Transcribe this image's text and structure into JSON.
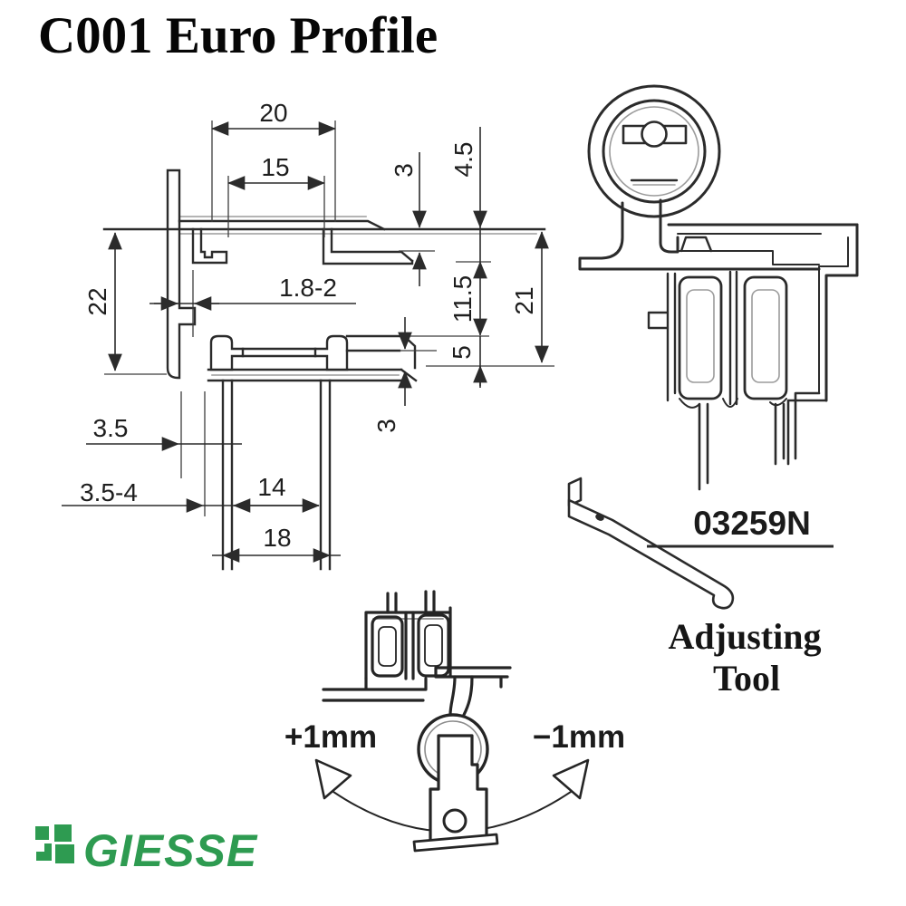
{
  "title": "C001 Euro Profile",
  "colors": {
    "line": "#2b2b2b",
    "line_light": "#9b9b9b",
    "brand_green": "#2E9B51"
  },
  "dims": {
    "w20": "20",
    "w15": "15",
    "t3_top": "3",
    "h4_5": "4.5",
    "h22": "22",
    "wall": "1.8-2",
    "h11_5": "11.5",
    "h21": "21",
    "h5": "5",
    "t3_bottom": "3",
    "off3_5": "3.5",
    "range3_5_4": "3.5-4",
    "w14": "14",
    "w18": "18"
  },
  "tool": {
    "part_number": "03259N",
    "caption_line1": "Adjusting",
    "caption_line2": "Tool"
  },
  "adjustment": {
    "plus_label": "+1mm",
    "minus_label": "−1mm"
  },
  "brand": {
    "name": "GIESSE"
  }
}
